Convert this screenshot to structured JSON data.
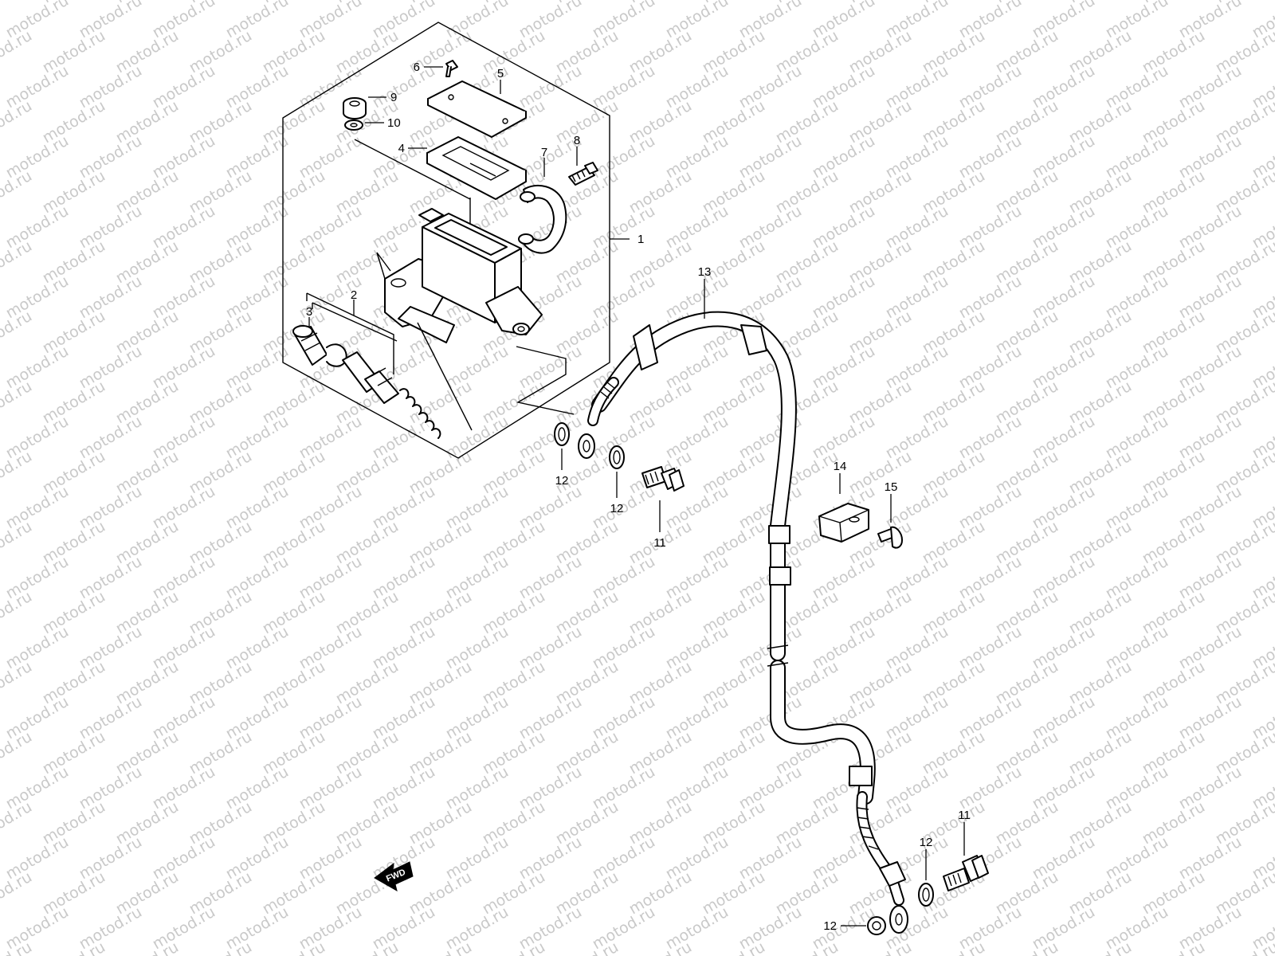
{
  "watermark": {
    "text": "motod.ru",
    "color": "#c9c9c9"
  },
  "diagram": {
    "fwd_text": "FWD",
    "callouts": {
      "c1": "1",
      "c2": "2",
      "c3": "3",
      "c4": "4",
      "c5": "5",
      "c6": "6",
      "c7": "7",
      "c8": "8",
      "c9": "9",
      "c10": "10",
      "c11a": "11",
      "c11b": "11",
      "c12a": "12",
      "c12b": "12",
      "c12c": "12",
      "c12d": "12",
      "c13": "13",
      "c14": "14",
      "c15": "15"
    }
  }
}
